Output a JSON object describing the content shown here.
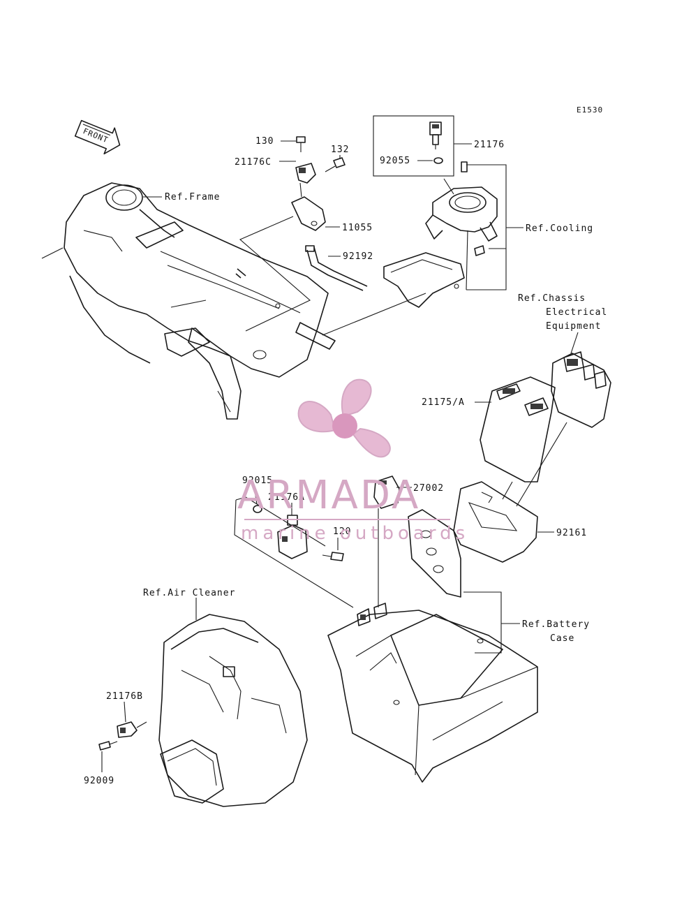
{
  "diagram_code": "E1530",
  "front_arrow_label": "FRONT",
  "part_labels": {
    "p130": "130",
    "p132": "132",
    "p21176C": "21176C",
    "p11055": "11055",
    "p92192": "92192",
    "p21176": "21176",
    "p92055": "92055",
    "p21175A": "21175/A",
    "p92015": "92015",
    "p21176A": "21176A",
    "p120": "120",
    "p27002": "27002",
    "p92161": "92161",
    "p21176B": "21176B",
    "p92009": "92009"
  },
  "ref_labels": {
    "frame": "Ref.Frame",
    "cooling": "Ref.Cooling",
    "chassis_line1": "Ref.Chassis",
    "chassis_line2": "Electrical",
    "chassis_line3": "Equipment",
    "air_cleaner": "Ref.Air Cleaner",
    "battery_line1": "Ref.Battery",
    "battery_line2": "Case"
  },
  "watermark": {
    "brand": "ARMADA",
    "tagline": "marine outboards",
    "color": "#d5a8c4",
    "accent": "#e6b9d3"
  }
}
